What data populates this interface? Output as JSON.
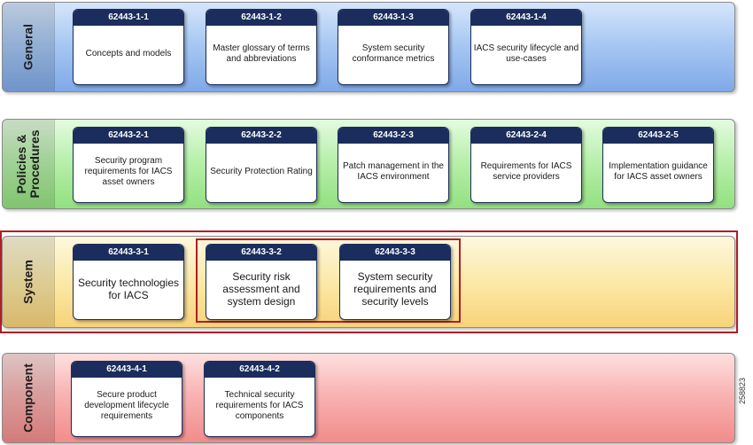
{
  "bands": {
    "general": "General",
    "policies": "Policies &\nProcedures",
    "system": "System",
    "component": "Component"
  },
  "cards": {
    "c11": {
      "id": "62443-1-1",
      "text": "Concepts and models"
    },
    "c12": {
      "id": "62443-1-2",
      "text": "Master glossary of terms and abbreviations"
    },
    "c13": {
      "id": "62443-1-3",
      "text": "System security conformance metrics"
    },
    "c14": {
      "id": "62443-1-4",
      "text": "IACS security lifecycle and use-cases"
    },
    "c21": {
      "id": "62443-2-1",
      "text": "Security program requirements for IACS asset owners"
    },
    "c22": {
      "id": "62443-2-2",
      "text": "Security Protection Rating"
    },
    "c23": {
      "id": "62443-2-3",
      "text": "Patch management in the IACS environment"
    },
    "c24": {
      "id": "62443-2-4",
      "text": "Requirements for IACS service providers"
    },
    "c25": {
      "id": "62443-2-5",
      "text": "Implementation guidance for IACS asset owners"
    },
    "c31": {
      "id": "62443-3-1",
      "text": "Security technologies for IACS"
    },
    "c32": {
      "id": "62443-3-2",
      "text": "Security risk assessment and system design"
    },
    "c33": {
      "id": "62443-3-3",
      "text": "System security requirements and security levels"
    },
    "c41": {
      "id": "62443-4-1",
      "text": "Secure product development lifecycle requirements"
    },
    "c42": {
      "id": "62443-4-2",
      "text": "Technical security requirements for IACS components"
    }
  },
  "figure_id": "258823",
  "colors": {
    "card_header": "#1b2d5c",
    "highlight_frame": "#b21d26",
    "general_band": "#a9c9f3",
    "policies_band": "#b9f0ad",
    "system_band": "#fce9a8",
    "component_band": "#f8b4b3"
  }
}
